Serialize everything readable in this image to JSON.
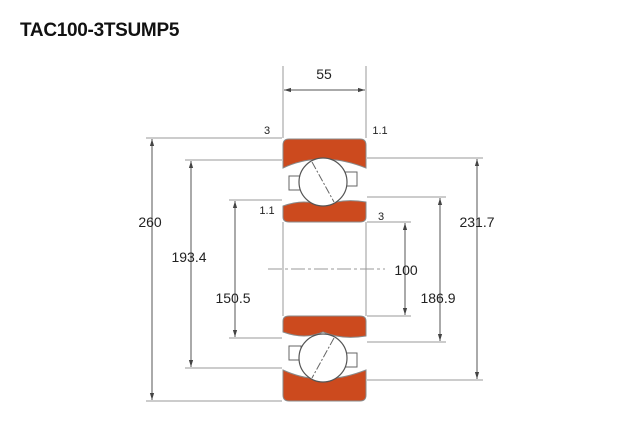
{
  "title": "TAC100-3TSUMP5",
  "dimensions": {
    "width": "55",
    "outer_diameter": "260",
    "outer_ring_inner": "193.4",
    "inner_ring_outer": "150.5",
    "bore": "100",
    "abutment_small": "186.9",
    "abutment_large": "231.7",
    "chamfer_top_left": "3",
    "chamfer_top_right": "1.1",
    "chamfer_inner_left": "1.1",
    "chamfer_inner_right": "3"
  },
  "colors": {
    "ring": "#cc4a1e"
  }
}
